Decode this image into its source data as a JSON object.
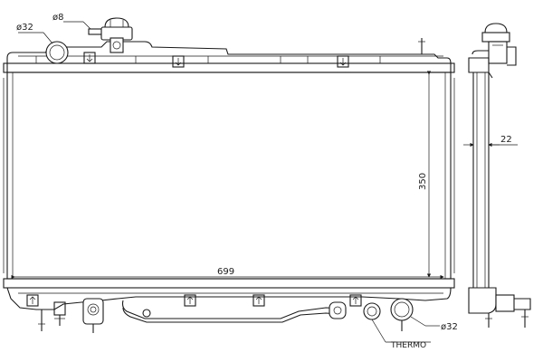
{
  "labels": {
    "inlet_diameter": "ø32",
    "vent_diameter": "ø8",
    "outlet_diameter": "ø32",
    "width": "699",
    "height": "350",
    "thickness": "22",
    "thermo": "THERMO"
  },
  "colors": {
    "line": "#1a1a1a",
    "background": "#ffffff"
  }
}
